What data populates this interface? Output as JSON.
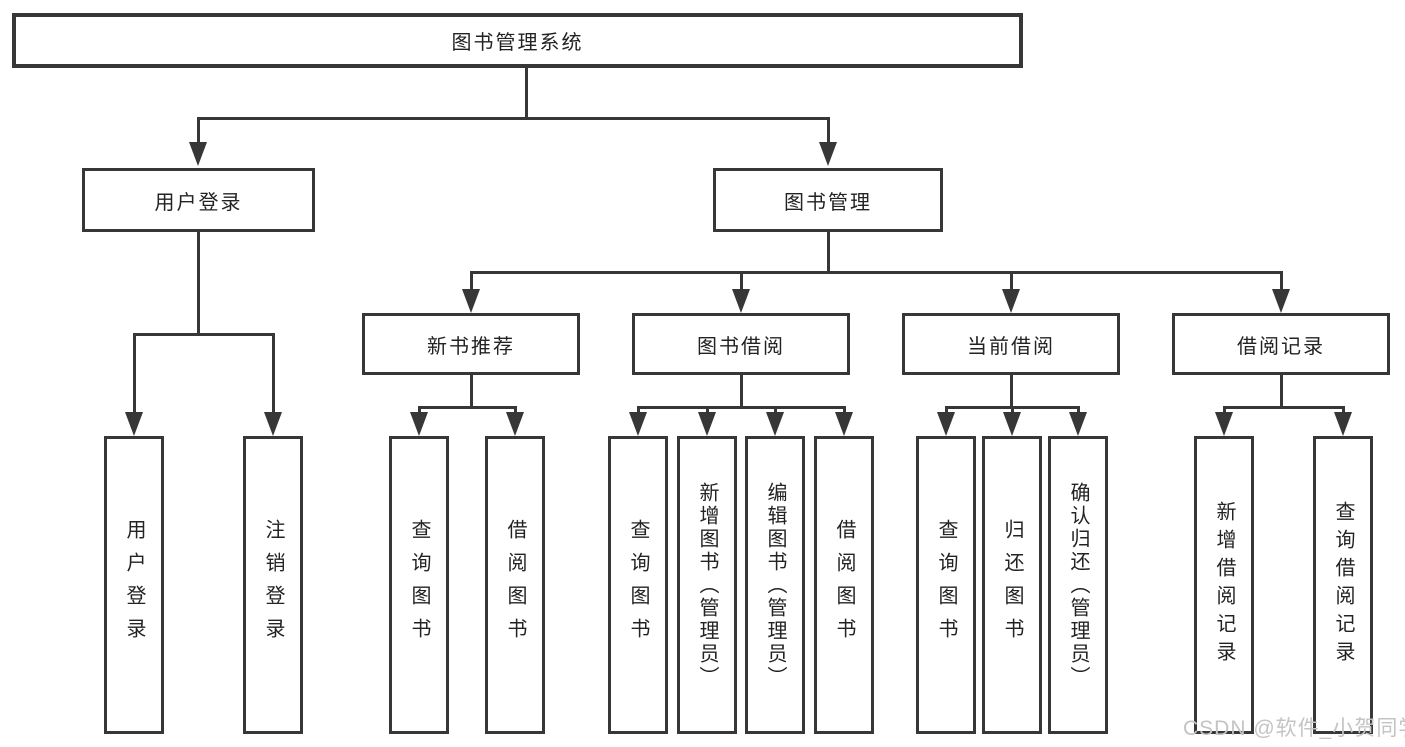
{
  "diagram": {
    "type": "org-tree",
    "colors": {
      "line": "#373737",
      "box_background": "#ffffff",
      "text": "#232323",
      "watermark": "#c4c4c4"
    },
    "watermark": "CSDN @软件_小贺同学",
    "nodes": {
      "root": "图书管理系统",
      "user_login": "用户登录",
      "book_management": "图书管理",
      "new_book_recommend": "新书推荐",
      "book_borrow": "图书借阅",
      "current_borrow": "当前借阅",
      "borrow_records": "借阅记录",
      "leaves": {
        "g1": [
          "用户登录",
          "注销登录"
        ],
        "g2": [
          "查询图书",
          "借阅图书"
        ],
        "g3": [
          "查询图书",
          "新增图书（管理员）",
          "编辑图书（管理员）",
          "借阅图书"
        ],
        "g4": [
          "查询图书",
          "归还图书",
          "确认归还（管理员）"
        ],
        "g5": [
          "新增借阅记录",
          "查询借阅记录"
        ]
      }
    }
  }
}
